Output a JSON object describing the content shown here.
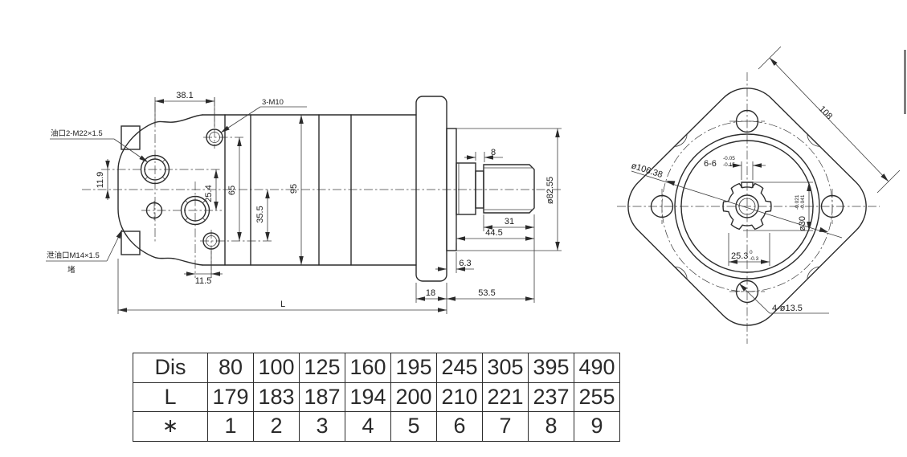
{
  "drawing": {
    "side_view": {
      "labels": {
        "port": "油口2-M22×1.5",
        "bolt_callout": "3-M10",
        "drain": "泄油口M14×1.5",
        "drain_note": "堵"
      },
      "dims": {
        "width_381": "38.1",
        "h119": "11.9",
        "h254": "25.4",
        "h65": "65",
        "h355": "35.5",
        "h95": "95",
        "w115": "11.5",
        "w8": "8",
        "dia8255": "ø82.55",
        "w31": "31",
        "w445": "44.5",
        "w63": "6.3",
        "w18": "18",
        "w535": "53.5",
        "length": "L"
      }
    },
    "end_view": {
      "dims": {
        "dia10638": "ø106.38",
        "square108": "108",
        "key_width": "6-6",
        "key_tol_upper": "-0.05",
        "key_tol_lower": "-0.15",
        "shaft_dia": "ø30",
        "shaft_tol_upper": "-0.021",
        "shaft_tol_lower": "-0.041",
        "across_flats": "25.3",
        "af_tol_upper": "0",
        "af_tol_lower": "-0.3",
        "bolt_callout": "4-ø13.5"
      }
    }
  },
  "table": {
    "rows": [
      {
        "label": "Dis",
        "values": [
          "80",
          "100",
          "125",
          "160",
          "195",
          "245",
          "305",
          "395",
          "490"
        ]
      },
      {
        "label": "L",
        "values": [
          "179",
          "183",
          "187",
          "194",
          "200",
          "210",
          "221",
          "237",
          "255"
        ]
      },
      {
        "label": "∗",
        "values": [
          "1",
          "2",
          "3",
          "4",
          "5",
          "6",
          "7",
          "8",
          "9"
        ]
      }
    ]
  }
}
